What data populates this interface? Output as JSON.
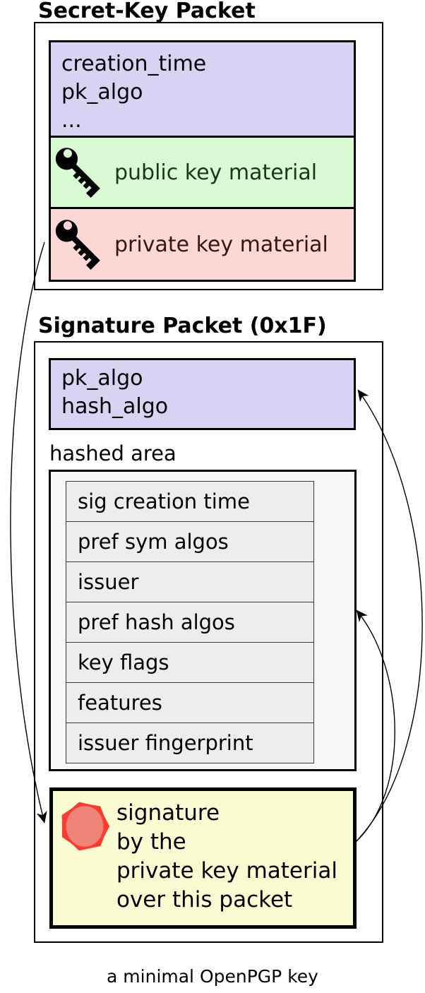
{
  "diagram": {
    "caption": "a minimal OpenPGP key",
    "secret_key_packet": {
      "title": "Secret-Key Packet",
      "fields": [
        "creation_time",
        "pk_algo",
        "..."
      ],
      "public_key_label": "public key material",
      "private_key_label": "private key material"
    },
    "signature_packet": {
      "title": "Signature Packet (0x1F)",
      "fields": [
        "pk_algo",
        "hash_algo"
      ],
      "hashed_area_label": "hashed area",
      "subpackets": [
        "sig creation time",
        "pref sym algos",
        "issuer",
        "pref hash algos",
        "key flags",
        "features",
        "issuer fingerprint"
      ],
      "signature_lines": [
        "signature",
        "by the",
        "private key material",
        "over this packet"
      ]
    },
    "colors": {
      "fields_box": "#d7d4f3",
      "public_key_box": "#d9fbd4",
      "private_key_box": "#fcd8d4",
      "signature_box": "#fbfbd2",
      "hashed_area_box": "#f7f7f7",
      "subpacket_row": "#ededed",
      "public_key_text": "#173917",
      "private_key_text": "#3f1212",
      "seal_ring": "#fa3b31",
      "seal_center": "#ee8478"
    }
  }
}
